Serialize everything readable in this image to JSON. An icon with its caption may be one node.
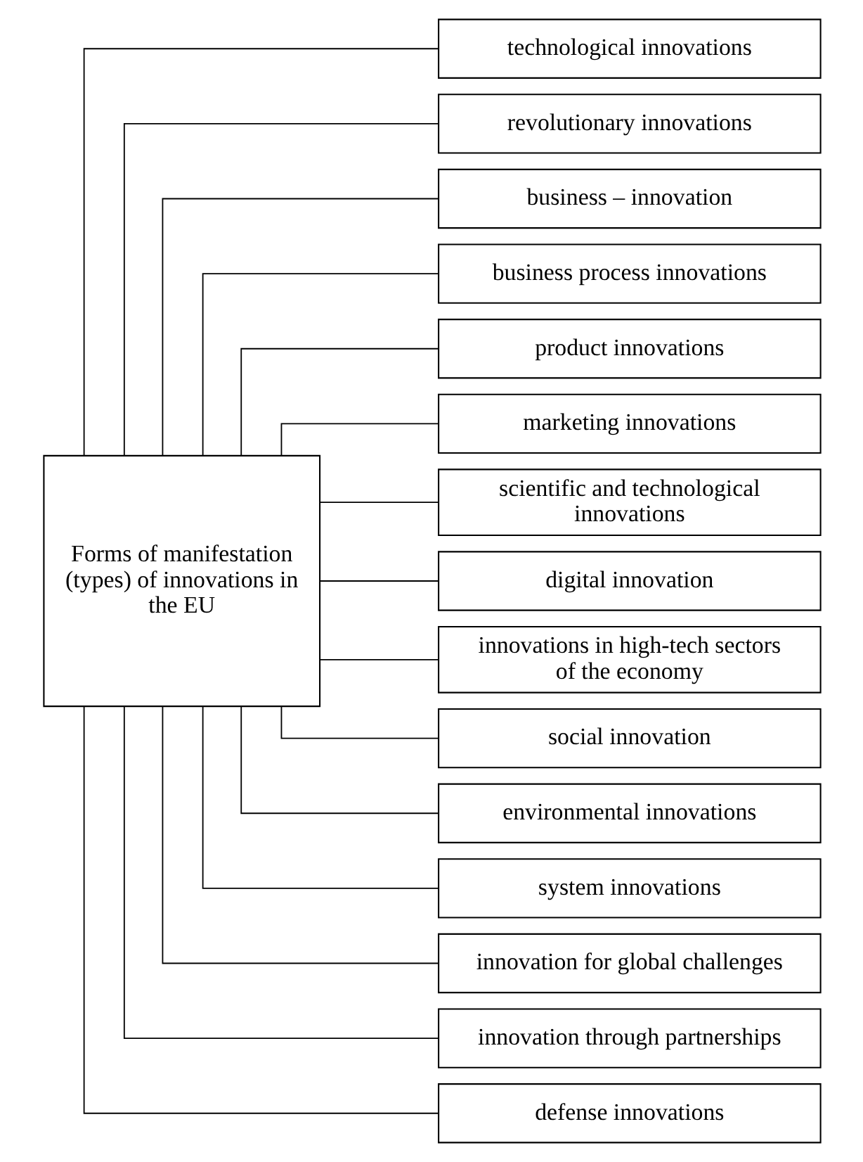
{
  "diagram": {
    "nodes": [
      {
        "text": [
          "Forms of manifestation (types) of innovations in the EU"
        ]
      },
      {
        "text": [
          "technological innovations"
        ]
      },
      {
        "text": [
          "revolutionary innovations"
        ]
      },
      {
        "text": [
          "business – innovation"
        ]
      },
      {
        "text": [
          "business process innovations"
        ]
      },
      {
        "text": [
          "product innovations"
        ]
      },
      {
        "text": [
          "marketing innovations"
        ]
      },
      {
        "text": [
          "scientific and technological innovations"
        ]
      },
      {
        "text": [
          "digital innovation"
        ]
      },
      {
        "text": [
          "innovations in high-tech sectors of the economy"
        ]
      },
      {
        "text": [
          "social innovation"
        ]
      },
      {
        "text": [
          "environmental innovations"
        ]
      },
      {
        "text": [
          "system innovations"
        ]
      },
      {
        "text": [
          "innovation for global challenges"
        ]
      },
      {
        "text": [
          "innovation through partnerships"
        ]
      },
      {
        "text": [
          "defense innovations"
        ]
      }
    ],
    "edges": [
      {
        "from": 0,
        "to": 1,
        "arrow": "none"
      },
      {
        "from": 0,
        "to": 2,
        "arrow": "none"
      },
      {
        "from": 0,
        "to": 3,
        "arrow": "none"
      },
      {
        "from": 0,
        "to": 4,
        "arrow": "none"
      },
      {
        "from": 0,
        "to": 5,
        "arrow": "none"
      },
      {
        "from": 0,
        "to": 6,
        "arrow": "none"
      },
      {
        "from": 0,
        "to": 7,
        "arrow": "none"
      },
      {
        "from": 0,
        "to": 8,
        "arrow": "none"
      },
      {
        "from": 0,
        "to": 9,
        "arrow": "none"
      },
      {
        "from": 0,
        "to": 10,
        "arrow": "none"
      },
      {
        "from": 0,
        "to": 11,
        "arrow": "none"
      },
      {
        "from": 0,
        "to": 12,
        "arrow": "none"
      },
      {
        "from": 0,
        "to": 13,
        "arrow": "none"
      },
      {
        "from": 0,
        "to": 14,
        "arrow": "none"
      },
      {
        "from": 0,
        "to": 15,
        "arrow": "none"
      }
    ]
  }
}
